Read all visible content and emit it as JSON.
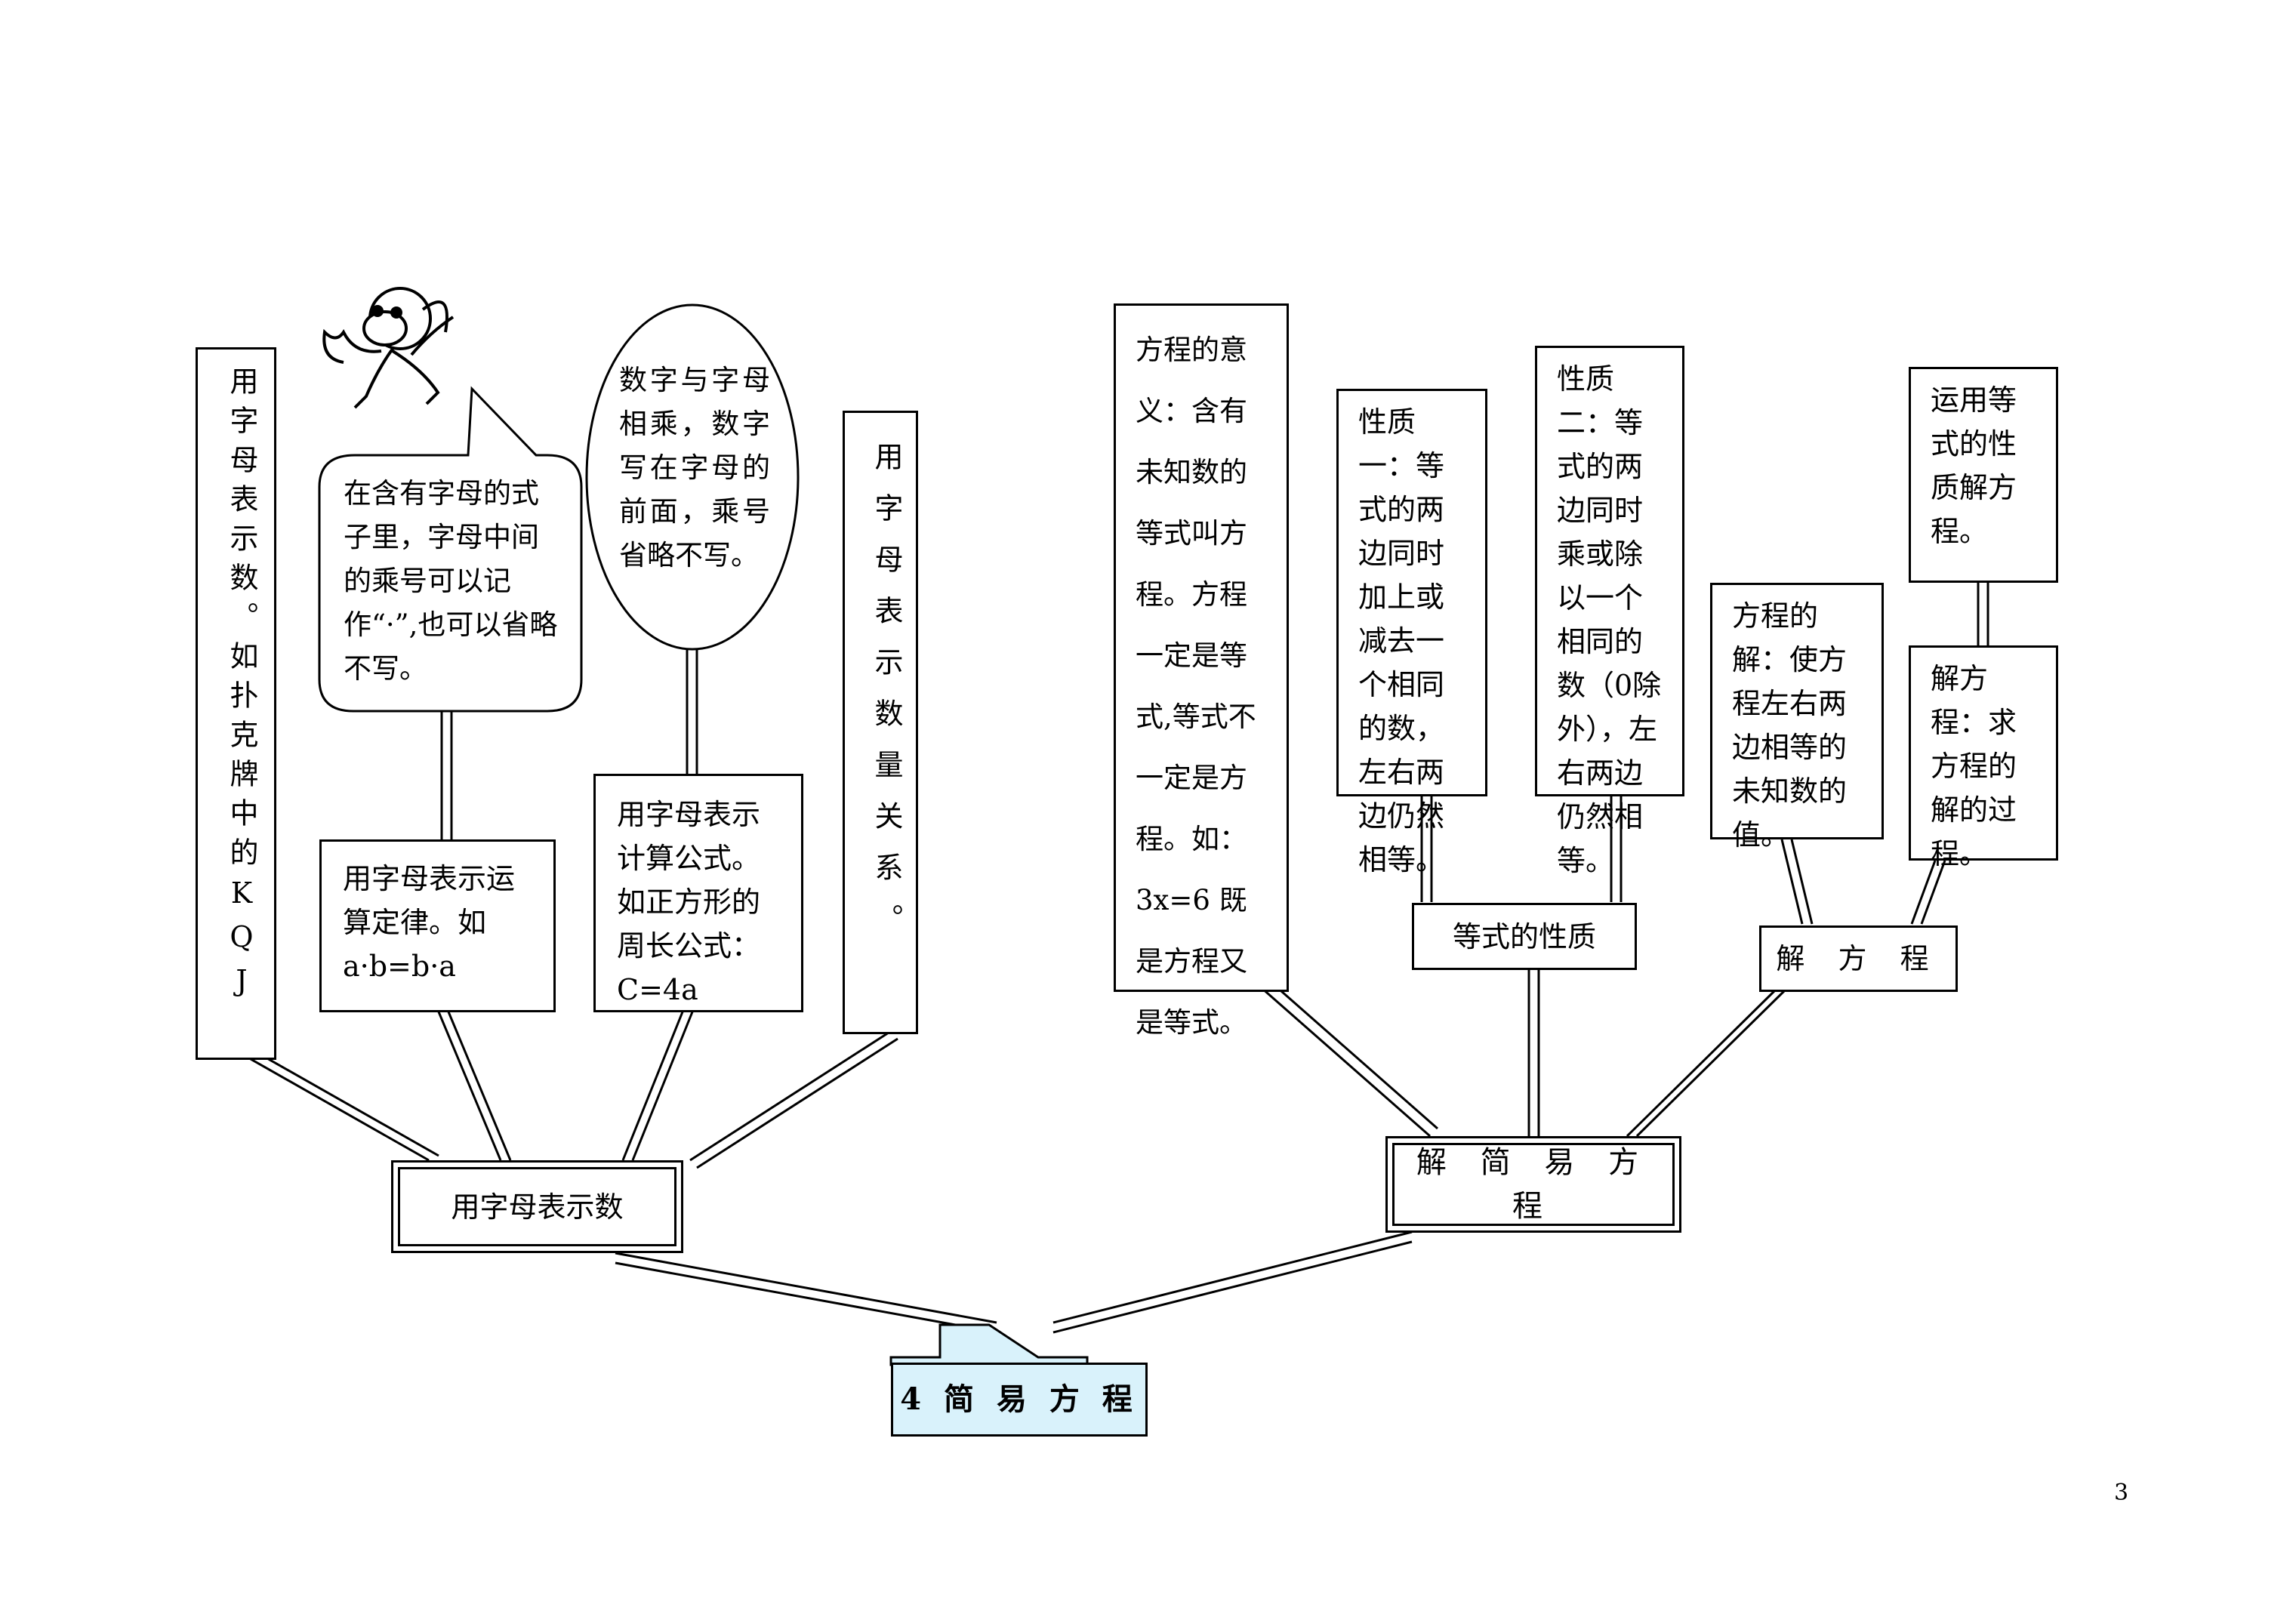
{
  "root": {
    "label": "4 简 易 方 程"
  },
  "left_branch": {
    "hub": "用字母表示数",
    "vertical_1": "用字母表示数。如扑克牌中的KQJ",
    "bubble": "在含有字母的式子里，字母中间的乘号可以记作“·”,也可以省略不写。",
    "law": "用字母表示运算定律。如 a·b=b·a",
    "oval": "数字与字母相乘，数字写在字母的前面，乘号省略不写。",
    "formula": "用字母表示计算公式。如正方形的周长公式：C=4a",
    "vertical_2": "用字母表示数量关系。"
  },
  "right_branch": {
    "hub": "解 简 易 方 程",
    "meaning": "方程的意义：含有未知数的等式叫方程。方程一定是等式,等式不一定是方程。如：3x=6 既是方程又是等式。",
    "property_hub": "等式的性质",
    "property_1": "性质一：等式的两边同时加上或减去一个相同的数，左右两边仍然相等。",
    "property_2": "性质二：等式的两边同时乘或除以一个相同的数（0除外），左右两边仍然相等。",
    "solve_hub": "解 方 程",
    "solution": "方程的解：使方程左右两边相等的未知数的值。",
    "apply": "运用等式的性质解方程。",
    "solving": "解方程：求方程的解的过程。"
  },
  "page_number": "3",
  "colors": {
    "root_fill": "#d9f2fb",
    "line": "#000000"
  },
  "icons": {
    "mascot": "monkey-icon"
  }
}
